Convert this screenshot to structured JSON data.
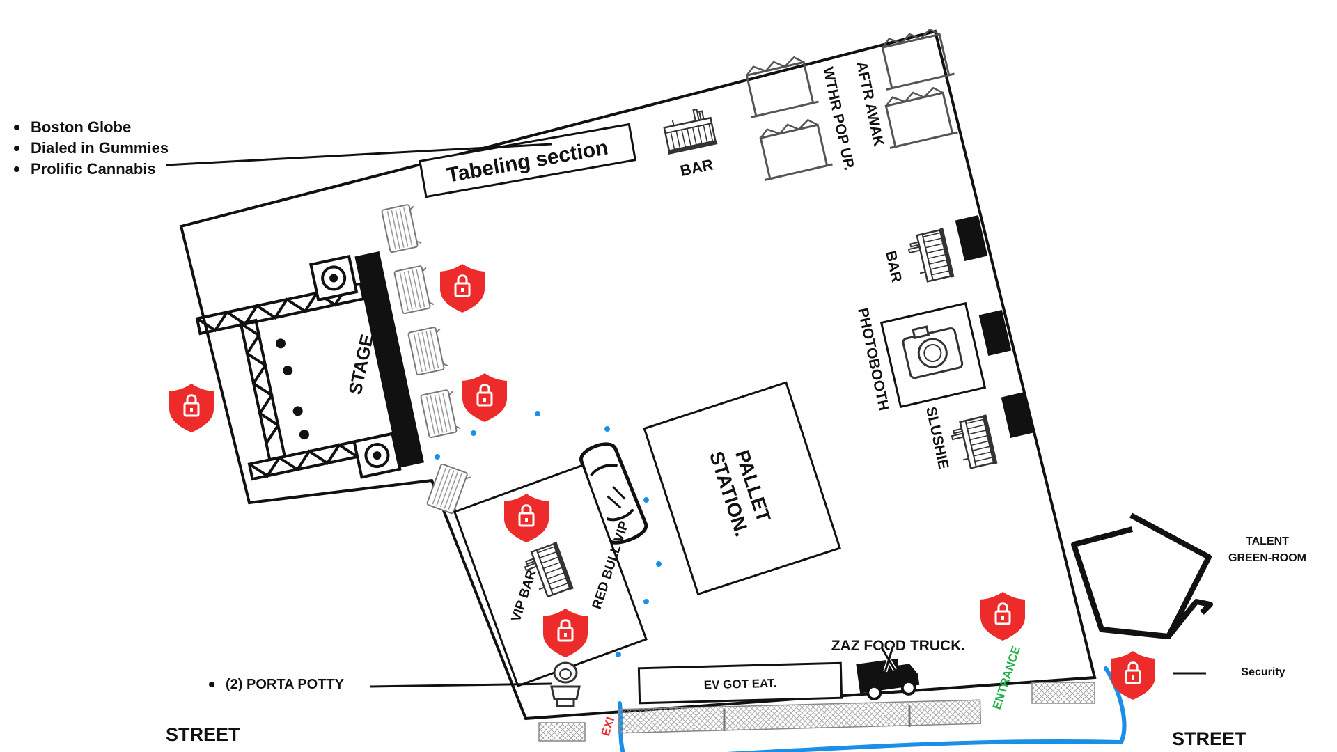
{
  "sponsors": [
    "Boston Globe",
    "Dialed in Gummies",
    "Prolific Cannabis"
  ],
  "labels": {
    "tabeling_section": "Tabeling section",
    "bar_top": "BAR",
    "wthr_pop_up": "WTHR POP UP.",
    "aftr_awak": "AFTR AWAK",
    "bar_right": "BAR",
    "photobooth": "PHOTOBOOTH",
    "slushie": "SLUSHIE",
    "stage": "STAGE",
    "pallet_station_line1": "PALLET",
    "pallet_station_line2": "STATION.",
    "vip_bar": "VIP BAR",
    "red_bull_vip": "RED BULL VIP",
    "zaz_food_truck": "ZAZ FOOD TRUCK.",
    "ev_got_eat": "EV GOT EAT.",
    "entrance": "ENTRANCE",
    "exit": "EXI",
    "talent_line1": "TALENT",
    "talent_line2": "GREEN-ROOM",
    "security": "Security",
    "street_left": "STREET",
    "street_right": "STREET"
  },
  "porta_potty": [
    "(2) PORTA POTTY"
  ],
  "colors": {
    "security_badge": "#ee2b2b",
    "path_line": "#1a8fe8",
    "entrance_text": "#22b04b",
    "exit_text": "#ee2b2b",
    "outline": "#111111"
  },
  "icons": [
    "security-shield-icon",
    "speaker-icon",
    "camera-icon",
    "car-icon",
    "food-truck-icon",
    "toilet-icon",
    "bar-counter-icon",
    "tent-icon",
    "truss-icon",
    "barricade-icon",
    "fence-icon"
  ]
}
